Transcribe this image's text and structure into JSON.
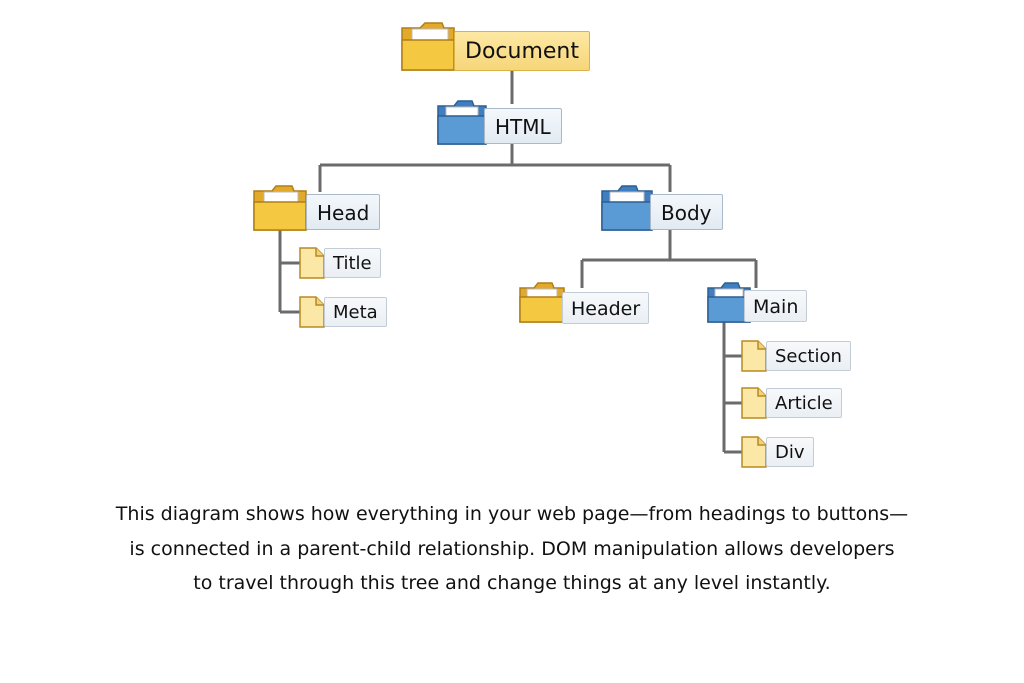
{
  "diagram": {
    "nodes": [
      {
        "id": "document",
        "label": "Document",
        "icon": "folder-open-icon"
      },
      {
        "id": "html",
        "label": "HTML",
        "icon": "folder-icon"
      },
      {
        "id": "head",
        "label": "Head",
        "icon": "folder-open-icon"
      },
      {
        "id": "body",
        "label": "Body",
        "icon": "folder-icon"
      },
      {
        "id": "title",
        "label": "Title",
        "icon": "file-icon"
      },
      {
        "id": "meta",
        "label": "Meta",
        "icon": "file-icon"
      },
      {
        "id": "header",
        "label": "Header",
        "icon": "folder-open-icon"
      },
      {
        "id": "main",
        "label": "Main",
        "icon": "folder-icon"
      },
      {
        "id": "section",
        "label": "Section",
        "icon": "file-icon"
      },
      {
        "id": "article",
        "label": "Article",
        "icon": "file-icon"
      },
      {
        "id": "div",
        "label": "Div",
        "icon": "file-icon"
      }
    ],
    "edges": [
      [
        "document",
        "html"
      ],
      [
        "html",
        "head"
      ],
      [
        "html",
        "body"
      ],
      [
        "head",
        "title"
      ],
      [
        "head",
        "meta"
      ],
      [
        "body",
        "header"
      ],
      [
        "body",
        "main"
      ],
      [
        "main",
        "section"
      ],
      [
        "main",
        "article"
      ],
      [
        "main",
        "div"
      ]
    ]
  },
  "caption": {
    "line1": "This diagram shows how everything in your web page—from headings to buttons—",
    "line2": "is connected in a parent-child relationship. DOM manipulation allows developers",
    "line3": "to travel through this tree and change things at any level instantly."
  },
  "colors": {
    "yellow_folder": "#f5c842",
    "blue_folder": "#5b9bd5",
    "file": "#fbe7a6",
    "connector": "#6b6b6b"
  }
}
